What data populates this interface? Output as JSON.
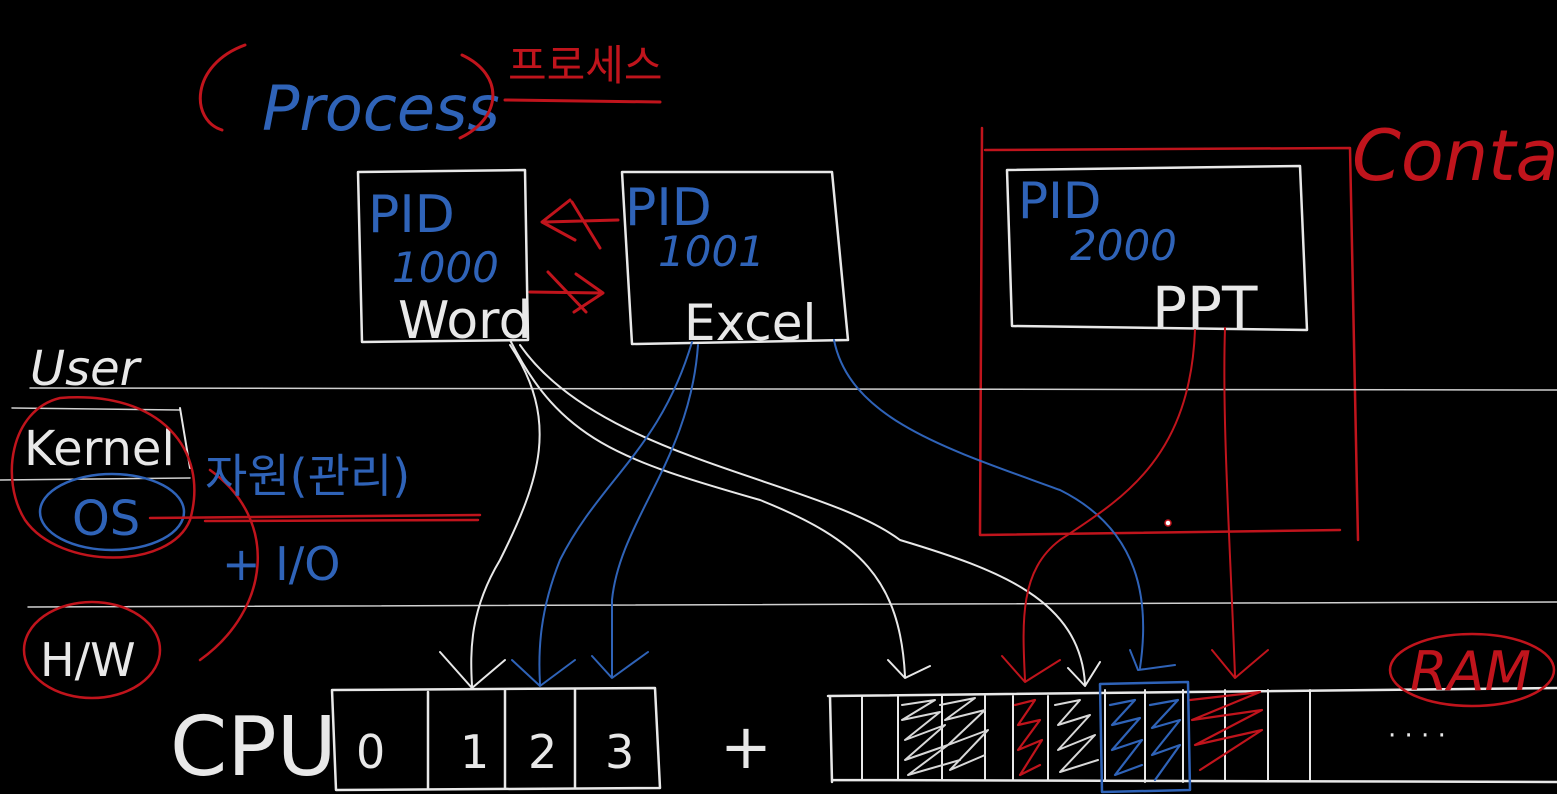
{
  "colors": {
    "background": "#000000",
    "white": "#e8e8e8",
    "blue": "#2f63b8",
    "red": "#c0141c"
  },
  "title": {
    "process": "Process",
    "korean": "프로세스"
  },
  "container_label": "Contai",
  "layers": {
    "user": "User",
    "kernel": "Kernel",
    "os": "OS",
    "hw": "H/W",
    "kernel_note_1": "자원(관리)",
    "kernel_note_2": "+ I/O"
  },
  "processes": [
    {
      "pid_label": "PID",
      "pid": "1000",
      "name": "Word"
    },
    {
      "pid_label": "PID",
      "pid": "1001",
      "name": "Excel"
    },
    {
      "pid_label": "PID",
      "pid": "2000",
      "name": "PPT"
    }
  ],
  "cpu": {
    "label": "CPU",
    "cores": [
      "0",
      "1",
      "2",
      "3"
    ]
  },
  "plus": "+",
  "ram": {
    "label": "RAM",
    "ellipsis": "· · · ·"
  }
}
